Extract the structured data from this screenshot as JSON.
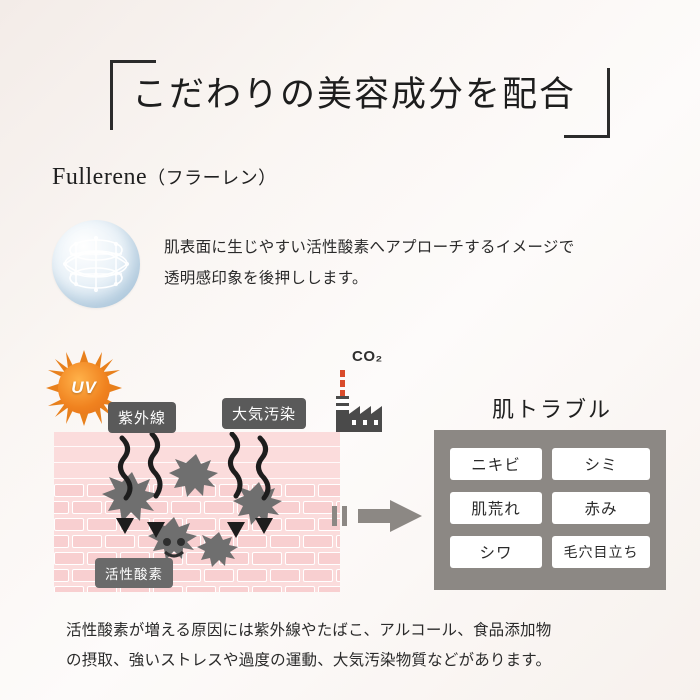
{
  "headline": "こだわりの美容成分を配合",
  "subtitle": {
    "name": "Fullerene",
    "kana": "（フラーレン）"
  },
  "fullerene": {
    "icon": "fullerene-molecule-icon",
    "line1": "肌表面に生じやすい活性酸素へアプローチするイメージで",
    "line2": "透明感印象を後押しします。"
  },
  "diagram": {
    "uv_badge": "UV",
    "co2_label": "CO₂",
    "tags": {
      "uv": "紫外線",
      "air": "大気汚染",
      "ros": "活性酸素"
    },
    "trouble_title": "肌トラブル",
    "chips": [
      "ニキビ",
      "シミ",
      "肌荒れ",
      "赤み",
      "シワ",
      "毛穴目立ち"
    ]
  },
  "footer": {
    "line1": "活性酸素が増える原因には紫外線やたばこ、アルコール、食品添加物",
    "line2": "の摂取、強いストレスや過度の運動、大気汚染物質などがあります。"
  },
  "colors": {
    "background": "#faf6f3",
    "ink": "#262626",
    "tag": "#5a5a5a",
    "panel": "#8c8884",
    "skin": "#fbdcdc",
    "brick": "#f8cfd0",
    "spike": "#6f6f6f",
    "sun": "#e2701a"
  }
}
